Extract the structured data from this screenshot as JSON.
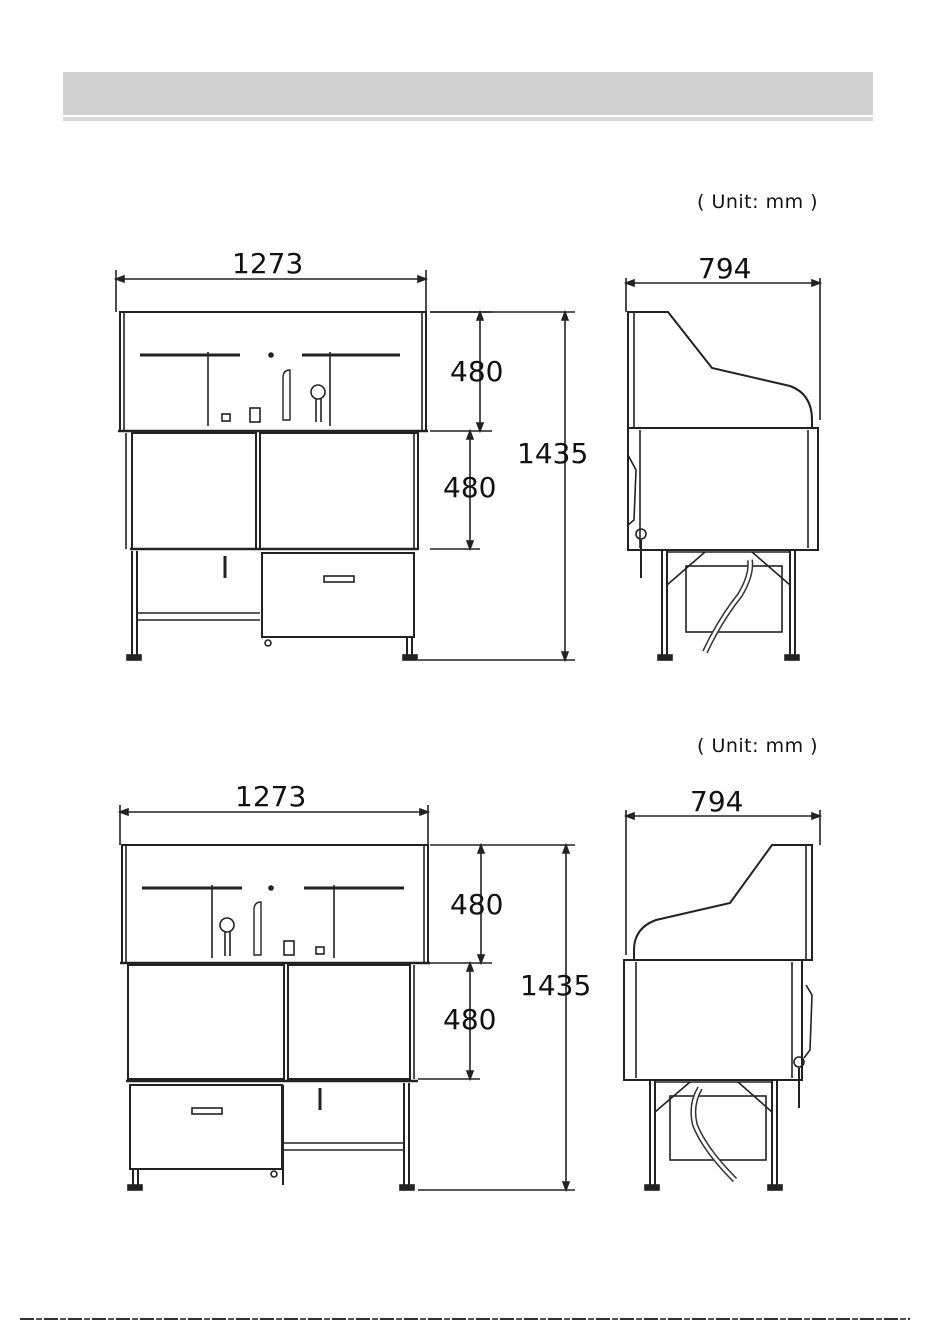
{
  "page": {
    "header_title": "",
    "unit_label_top": "( Unit:  mm )",
    "unit_label_bottom": "( Unit:  mm )"
  },
  "views": [
    {
      "id": "top-front",
      "width_label": "1273",
      "height_total_label": "1435",
      "upper_section_label": "480",
      "lower_section_label": "480"
    },
    {
      "id": "top-side",
      "depth_label": "794"
    },
    {
      "id": "bottom-front",
      "width_label": "1273",
      "height_total_label": "1435",
      "upper_section_label": "480",
      "lower_section_label": "480"
    },
    {
      "id": "bottom-side",
      "depth_label": "794"
    }
  ]
}
